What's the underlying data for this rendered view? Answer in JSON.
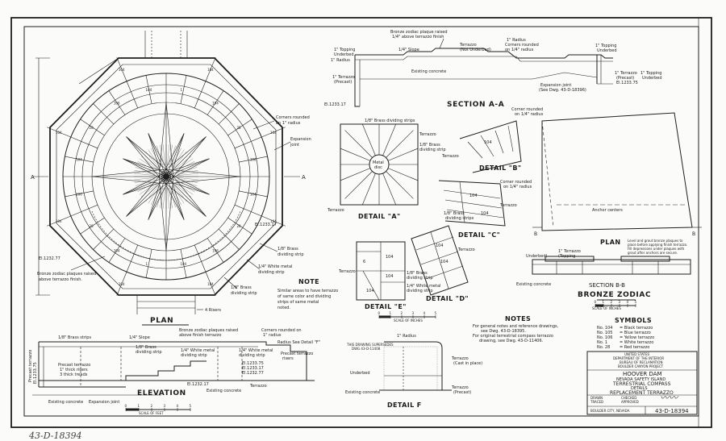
{
  "plan": {
    "title": "PLAN",
    "note_title": "NOTE",
    "note_lines": [
      "Similar areas to have terrazzo",
      "of same color and dividing",
      "strips of same metal",
      "noted."
    ],
    "labels": {
      "bronze_plaques": [
        "Bronze zodiac plaques raised",
        "above terrazzo finish."
      ],
      "corners_rounded": [
        "Corners rounded",
        "on 1\" radius"
      ],
      "expansion_joint": [
        "Expansion",
        "joint"
      ],
      "brass_strip_a": [
        "1/8\" Brass",
        "dividing strip"
      ],
      "white_metal": [
        "1/4\" White metal",
        "dividing strip"
      ],
      "brass_strip_b": [
        "1/8\" Brass",
        "dividing strip"
      ],
      "elev_a": "El.1232.77",
      "elev_b": "El.1233.17",
      "risers": "4 Risers",
      "section_mark": "A"
    }
  },
  "section_aa": {
    "title": "SECTION A-A",
    "labels": {
      "plaques": [
        "Bronze zodiac plaque raised",
        "1/4\" above terrazzo finish"
      ],
      "terrazzo_topping": [
        "1\" Topping",
        "Underbed"
      ],
      "radius": "1\" Radius",
      "slope": "1/4\" Slope",
      "terrazzo_left": [
        "1\" Terrazzo",
        "(Precast)"
      ],
      "existing_concrete": "Existing concrete",
      "elevation": "El.1233.17",
      "terrazzo_mid": [
        "Terrazzo",
        "(Not Underbed)"
      ],
      "corners": [
        "Corners rounded",
        "on 1/4\" radius"
      ],
      "expansion": [
        "Expansion joint",
        "(See Dwg. 43-D-18396)"
      ],
      "right_topping": [
        "1\" Topping",
        "Underbed"
      ],
      "right_precast": [
        "1\" Terrazzo",
        "(Precast)"
      ],
      "right_elev": "El.1233.75"
    }
  },
  "detail_a": {
    "title": "DETAIL \"A\"",
    "labels": {
      "brass": "1/8\" Brass dividing strips",
      "terrazzo": "Terrazzo",
      "brass_strip": [
        "1/8\" Brass",
        "dividing strip"
      ],
      "metal_disc": [
        "Metal",
        "disc"
      ],
      "terrazzo_bottom": "Terrazzo"
    }
  },
  "detail_b": {
    "title": "DETAIL \"B\"",
    "labels": {
      "corner": [
        "Corner rounded",
        "on 1/4\" radius"
      ],
      "terrazzo": "Terrazzo"
    }
  },
  "detail_c": {
    "title": "DETAIL \"C\"",
    "labels": {
      "corner": [
        "Corner rounded",
        "on 1/4\" radius"
      ],
      "brass": [
        "1/8\" Brass",
        "dividing strips"
      ],
      "terrazzo": "Terrazzo"
    }
  },
  "bronze_zodiac": {
    "plan_title": "PLAN",
    "section_title": "SECTION B-B",
    "main_title": "BRONZE ZODIAC",
    "scale_label": "SCALE OF INCHES",
    "anchor_centers": "Anchor centers",
    "section_mark": "B",
    "note": [
      "Level and grout bronze plaques to",
      "place before applying finish terrazzo.",
      "Fill depressions under plaques with",
      "grout after anchors are secure."
    ],
    "topping": [
      "1\" Terrazzo",
      "(Topping",
      "Underbed)"
    ],
    "existing_concrete": "Existing concrete"
  },
  "detail_e": {
    "title": "DETAIL \"E\"",
    "labels": {
      "terrazzo": "Terrazzo",
      "brass": [
        "1/8\" Brass",
        "dividing strip"
      ],
      "white_metal": [
        "1/4\" White metal",
        "dividing strip"
      ]
    }
  },
  "detail_d": {
    "title": "DETAIL \"D\"",
    "labels": {
      "terrazzo": "Terrazzo"
    }
  },
  "scale_inches": "SCALE OF INCHES",
  "notes": {
    "title": "NOTES",
    "lines": [
      "For general notes and reference drawings,",
      "see Dwg. 43-D-18395.",
      "For original terrestrial compass terrazzo",
      "drawing, see Dwg. 43-D-11406."
    ]
  },
  "detail_f": {
    "title": "DETAIL F",
    "labels": {
      "radius": "1\" Radius",
      "terrazzo_cast": [
        "Terrazzo",
        "(Cast in place)"
      ],
      "underbed": "Underbed",
      "terrazzo_precast": [
        "Terrazzo",
        "(Precast)"
      ],
      "existing": "Existing concrete"
    },
    "supersedes": [
      "THIS DRAWING SUPERSEDES",
      "DWG 43-D-11408"
    ]
  },
  "symbols": {
    "title": "SYMBOLS",
    "rows": [
      {
        "code": "No. 104",
        "desc": "Black terrazzo"
      },
      {
        "code": "No. 105",
        "desc": "Blue terrazzo"
      },
      {
        "code": "No. 106",
        "desc": "Yellow terrazzo"
      },
      {
        "code": "No. 1",
        "desc": "White terrazzo"
      },
      {
        "code": "No. 28",
        "desc": "Red terrazzo"
      }
    ]
  },
  "elevation": {
    "title": "ELEVATION",
    "scale_label": "SCALE OF FEET",
    "labels": {
      "brass_strips": "1/8\" Brass strips",
      "slope": "1/4\" Slope",
      "plaques": [
        "Bronze zodiac plaques raised",
        "above finish terrazzo"
      ],
      "corners": [
        "Corners rounded on",
        "1\" radius"
      ],
      "radius_detail": "Radius See Detail \"F\"",
      "brass_dividing": [
        "1/8\" Brass",
        "dividing strip"
      ],
      "white_metal": [
        "1/4\" White metal",
        "dividing strip"
      ],
      "white_metal_b": [
        "1/4\" White metal",
        "dividing strip"
      ],
      "precast_left": [
        "Precast terrazzo",
        "1\" thick risers",
        "3 thick treads"
      ],
      "precast_right": [
        "Precast terrazzo",
        "risers"
      ],
      "precast_vertical": "Precast terrazzo",
      "elev_1": "El.1233.75",
      "elev_2": "El.1233.17",
      "elev_3": "El.1232.77",
      "elev_4": "El.1232.17",
      "existing": "Existing concrete",
      "expansion": "Expansion joint",
      "elev_vertical": "El.1233.75",
      "existing_slab": "Existing concrete",
      "terrazzo": "Terrazzo"
    }
  },
  "title_block": {
    "line1": "UNITED STATES",
    "line2": "DEPARTMENT OF THE INTERIOR",
    "line3": "BUREAU OF RECLAMATION",
    "line4": "BOULDER CANYON PROJECT",
    "project": "HOOVER DAM",
    "sub1": "NEVADA SAFETY ISLAND",
    "sub2": "TERRESTRIAL COMPASS",
    "sub3": "DETAILS",
    "sub4": "REPLACEMENT TERRAZZO",
    "drawn": "DRAWN",
    "traced": "TRACED",
    "checked": "CHECKED",
    "approved": "APPROVED",
    "drawing_no": "43-D-18394",
    "location": "BOULDER CITY, NEVADA"
  },
  "margin_note": "43-D-18394"
}
